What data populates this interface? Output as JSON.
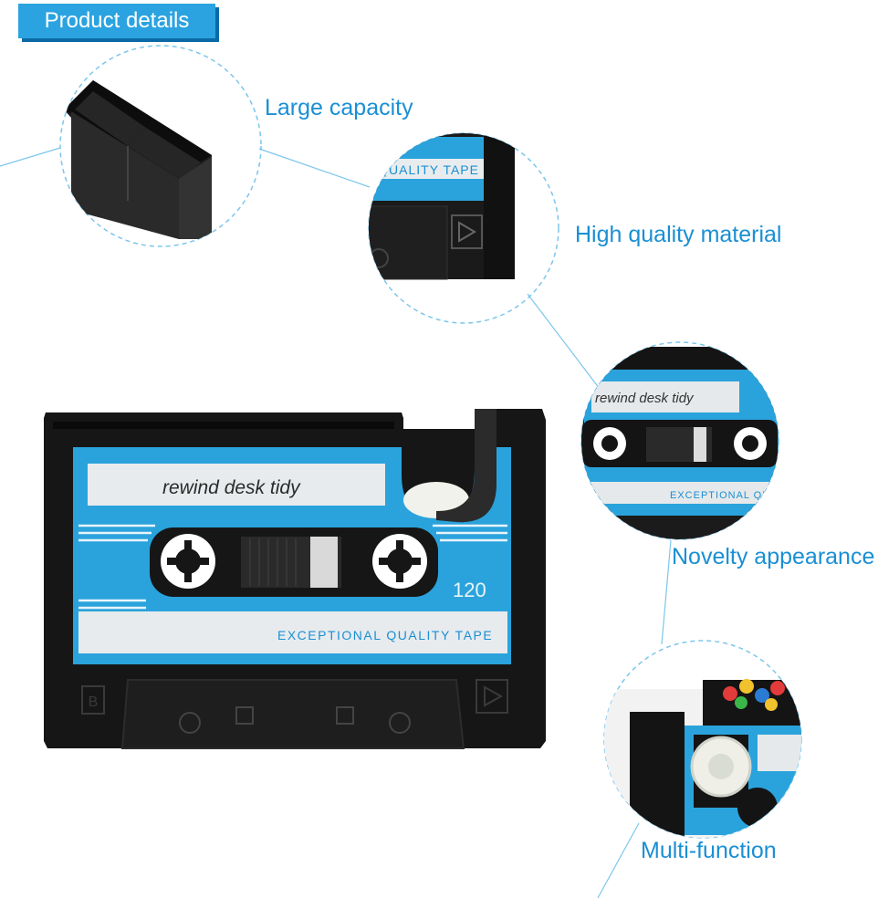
{
  "header": {
    "title": "Product details"
  },
  "features": {
    "large_capacity": "Large capacity",
    "high_quality": "High quality material",
    "novelty": "Novelty appearance",
    "multi_function": "Multi-function"
  },
  "product": {
    "label_text": "rewind desk tidy",
    "tape_number": "120",
    "tagline": "EXCEPTIONAL QUALITY TAPE",
    "tagline_partial": "QUALITY TAPE",
    "tagline_partial_2": "EXCEPTIONAL QUA",
    "side_letter": "B"
  },
  "colors": {
    "accent": "#2ba3e0",
    "accent_dark": "#0b6aa6",
    "cassette_blue": "#2aa3dc",
    "cassette_body": "#141414",
    "text_blue": "#1a8fd4"
  }
}
